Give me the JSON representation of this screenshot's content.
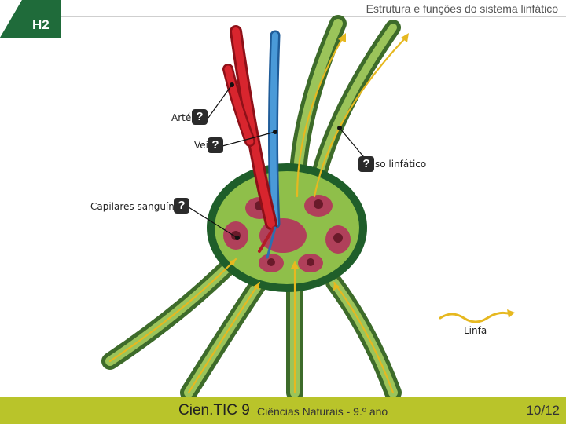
{
  "header": {
    "badge": "H2",
    "title": "Estrutura e funções do sistema linfático"
  },
  "labels": {
    "arteria": "Arté",
    "veia": "Vei",
    "vaso": "so linfático",
    "capilares": "Capilares sanguíne",
    "linfa": "Linfa"
  },
  "hint_marker": "?",
  "footer": {
    "brand": "Cien.TIC 9",
    "subtitle": "Ciências Naturais - 9.º ano",
    "page": "10/12"
  },
  "colors": {
    "accent": "#1f6b3a",
    "footer": "#b9c42a",
    "artery": "#c8202a",
    "vein": "#2f7fc0",
    "lymph_vessel": "#3d6b2a",
    "lymph_flow": "#e6b820"
  }
}
